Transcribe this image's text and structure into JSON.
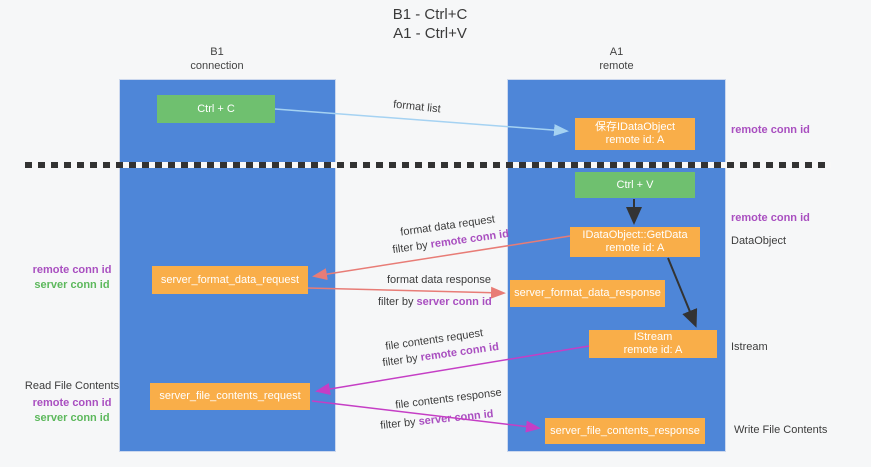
{
  "title": {
    "line1": "B1 - Ctrl+C",
    "line2": "A1 - Ctrl+V"
  },
  "lanes": {
    "b1": {
      "name": "B1",
      "role": "connection"
    },
    "a1": {
      "name": "A1",
      "role": "remote"
    }
  },
  "nodes": {
    "ctrl_c": {
      "label": "Ctrl + C"
    },
    "save_dataobject": {
      "line1": "保存IDataObject",
      "line2": "remote id: A"
    },
    "ctrl_v": {
      "label": "Ctrl + V"
    },
    "getdata": {
      "line1": "IDataObject::GetData",
      "line2": "remote id: A"
    },
    "format_request": {
      "label": "server_format_data_request"
    },
    "format_response": {
      "label": "server_format_data_response"
    },
    "istream": {
      "line1": "IStream",
      "line2": "remote id: A"
    },
    "file_request": {
      "label": "server_file_contents_request"
    },
    "file_response": {
      "label": "server_file_contents_response"
    }
  },
  "flow_labels": {
    "format_list": "format list",
    "format_request": {
      "title": "format data request",
      "prefix": "filter by",
      "id": "remote conn id"
    },
    "format_response": {
      "title": "format data response",
      "prefix": "filter by",
      "id": "server conn id"
    },
    "file_request": {
      "title": "file contents request",
      "prefix": "filter by",
      "id": "remote conn id"
    },
    "file_response": {
      "title": "file contents response",
      "prefix": "filter by",
      "id": "server conn id"
    }
  },
  "left_labels": {
    "format_remote": "remote conn id",
    "format_server": "server conn id",
    "read_file": "Read File Contents",
    "file_remote": "remote conn id",
    "file_server": "server conn id"
  },
  "right_labels": {
    "save_remote": "remote conn id",
    "getdata_remote": "remote conn id",
    "dataobject": "DataObject",
    "istream": "Istream",
    "write_file": "Write File Contents"
  },
  "colors": {
    "lane_blue": "#4e86d8",
    "box_orange": "#f9ae49",
    "box_green": "#6fc06f",
    "arrow_light_blue": "#a5d2f2",
    "arrow_salmon": "#e87c76",
    "arrow_magenta": "#c53ec5",
    "arrow_black": "#333333",
    "text_purple": "#a94fc0",
    "text_green": "#5cb85c",
    "text_dark": "#3c3c3c"
  }
}
